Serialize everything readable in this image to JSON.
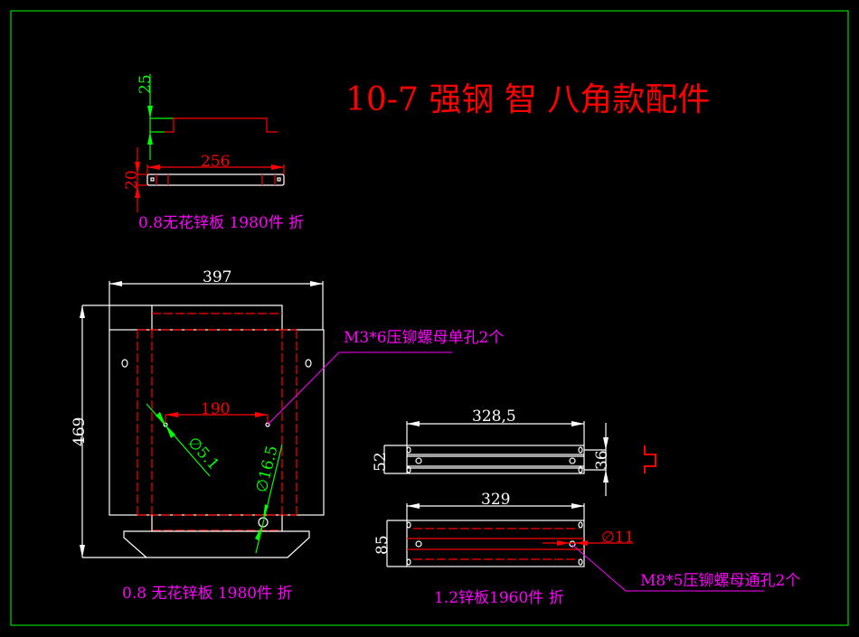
{
  "title": "10-7 强钢 智 八角款配件",
  "colors": {
    "background": "#000000",
    "border": "#00ff00",
    "title": "#ff0000",
    "note": "#ff00ff"
  },
  "part1": {
    "dim_height_top": "25",
    "dim_width": "256",
    "dim_height": "20",
    "label": "0.8无花锌板 1980件 折"
  },
  "part2": {
    "dim_width": "397",
    "dim_height": "469",
    "dim_hole_spacing": "190",
    "dim_hole_small": "∅5.1",
    "dim_hole_large": "∅16.5",
    "note": "M3*6压铆螺母单孔2个",
    "label": "0.8 无花锌板 1980件 折"
  },
  "part3": {
    "dim_width_top": "328,5",
    "dim_height_top": "52",
    "dim_inner": "36",
    "dim_width_bottom": "329",
    "dim_height_bottom": "85",
    "dim_hole": "∅11",
    "note": "M8*5压铆螺母通孔2个",
    "label": "1.2锌板1960件 折"
  }
}
